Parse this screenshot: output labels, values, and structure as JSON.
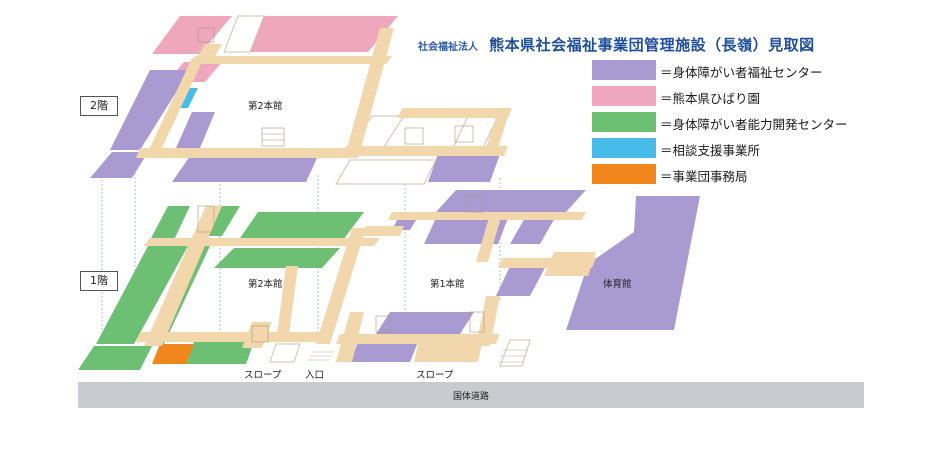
{
  "title": {
    "org": "社会福祉法人",
    "main": "熊本県社会福祉事業団管理施設（長嶺）見取図"
  },
  "legend": [
    {
      "color": "#a99bd1",
      "label": "＝身体障がい者福祉センター"
    },
    {
      "color": "#eea7bc",
      "label": "＝熊本県ひばり園"
    },
    {
      "color": "#6cbf73",
      "label": "＝身体障がい者能力開発センター"
    },
    {
      "color": "#48bce8",
      "label": "＝相談支援事業所"
    },
    {
      "color": "#f0861c",
      "label": "＝事業団事務局"
    }
  ],
  "floors": {
    "second": "2階",
    "first": "1階"
  },
  "labels": {
    "main2_f2": "第2本館",
    "main2_f1": "第2本館",
    "main1": "第1本館",
    "gym": "体育館",
    "slope_left": "スロープ",
    "entrance": "入口",
    "slope_right": "スロープ",
    "road": "国体道路"
  },
  "colors": {
    "corridor": "#f2d7ad",
    "outline": "#d5c2a5"
  }
}
